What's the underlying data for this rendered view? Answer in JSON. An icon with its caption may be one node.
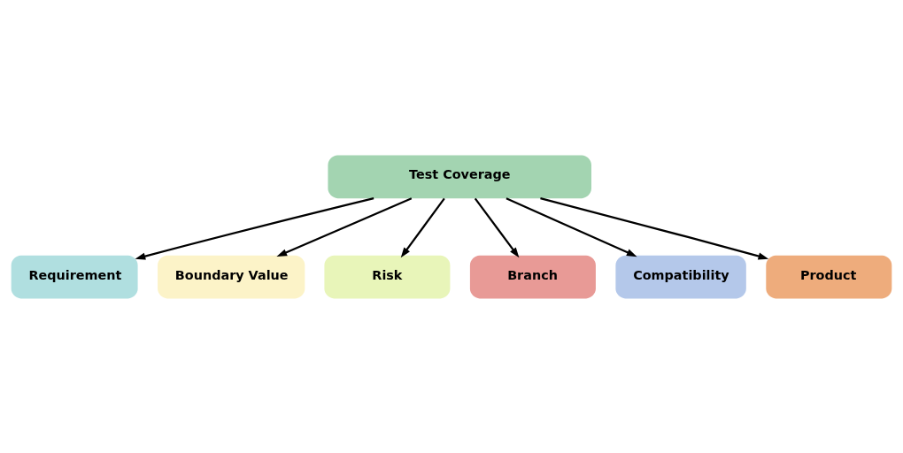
{
  "diagram": {
    "nodes": [
      {
        "text": [
          "Test Coverage"
        ]
      },
      {
        "text": [
          "Requirement"
        ]
      },
      {
        "text": [
          "Product"
        ]
      },
      {
        "text": [
          "Boundary Value"
        ]
      },
      {
        "text": [
          "Compatibility"
        ]
      },
      {
        "text": [
          "Risk"
        ]
      },
      {
        "text": [
          "Branch"
        ]
      }
    ],
    "edges": [
      {
        "from": 0,
        "to": 1,
        "arrow": "to"
      },
      {
        "from": 0,
        "to": 2,
        "arrow": "to"
      },
      {
        "from": 0,
        "to": 3,
        "arrow": "to"
      },
      {
        "from": 0,
        "to": 4,
        "arrow": "to"
      },
      {
        "from": 0,
        "to": 5,
        "arrow": "to"
      },
      {
        "from": 0,
        "to": 6,
        "arrow": "to"
      }
    ]
  }
}
